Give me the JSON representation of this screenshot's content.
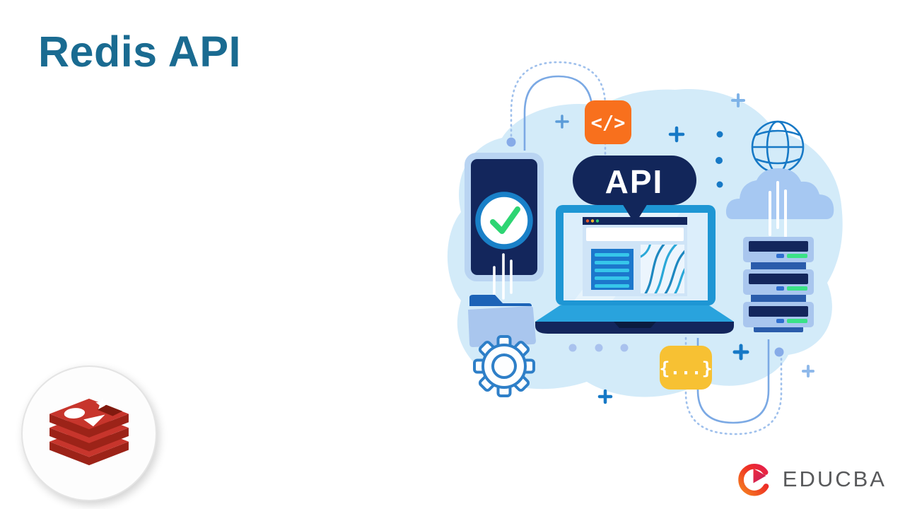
{
  "page": {
    "title": "Redis API",
    "title_color": "#1a6b91",
    "background": "#ffffff"
  },
  "illustration": {
    "api_bubble_label": "API",
    "code_icon_label": "</>",
    "braces_icon_label": "{...}",
    "colors": {
      "blob": "#d3ebf9",
      "navy": "#13265c",
      "cyan": "#29a3dd",
      "laptop_frame": "#1e96d4",
      "periwinkle": "#a9c6ee",
      "accent_orange": "#f8701d",
      "accent_yellow": "#f7c133",
      "check_green": "#2ed573",
      "led_green": "#3ae287",
      "line_blue": "#1779c6"
    }
  },
  "branding": {
    "redis_logo_color": "#c7352c",
    "partner_text": "EDUCBA",
    "partner_text_color": "#58595b"
  }
}
